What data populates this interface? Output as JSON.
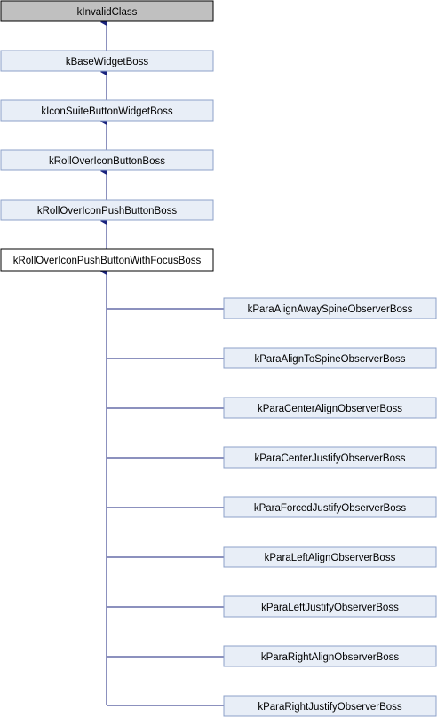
{
  "colors": {
    "ancestor_fill": "#e8eef7",
    "ancestor_stroke": "#8ca0c8",
    "focus_fill": "#ffffff",
    "focus_stroke": "#000000",
    "root_fill": "#c0c0c0",
    "edge": "#1a237e"
  },
  "nodes": {
    "root": "kInvalidClass",
    "ancestors": [
      "kBaseWidgetBoss",
      "kIconSuiteButtonWidgetBoss",
      "kRollOverIconButtonBoss",
      "kRollOverIconPushButtonBoss"
    ],
    "focus": "kRollOverIconPushButtonWithFocusBoss",
    "children": [
      "kParaAlignAwaySpineObserverBoss",
      "kParaAlignToSpineObserverBoss",
      "kParaCenterAlignObserverBoss",
      "kParaCenterJustifyObserverBoss",
      "kParaForcedJustifyObserverBoss",
      "kParaLeftAlignObserverBoss",
      "kParaLeftJustifyObserverBoss",
      "kParaRightAlignObserverBoss",
      "kParaRightJustifyObserverBoss"
    ]
  }
}
